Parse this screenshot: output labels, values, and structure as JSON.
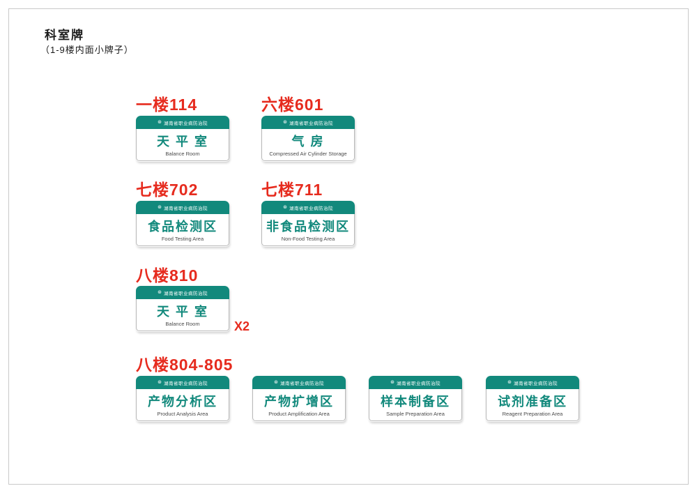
{
  "page": {
    "title": "科室牌",
    "subtitle": "（1-9楼内面小牌子）"
  },
  "theme": {
    "teal": "#12897c",
    "red": "#e62b1e",
    "sign_border": "#b9b9b9",
    "frame_border": "#c9c9c9"
  },
  "sign_header_text": "湖南省职业病防治院",
  "groups": [
    {
      "label": "一楼114",
      "signs": [
        {
          "cn": "天 平 室",
          "en": "Balance Room"
        }
      ]
    },
    {
      "label": "六楼601",
      "signs": [
        {
          "cn": "气  房",
          "en": "Compressed Air Cylinder Storage"
        }
      ]
    },
    {
      "label": "七楼702",
      "signs": [
        {
          "cn": "食品检测区",
          "en": "Food Testing Area"
        }
      ]
    },
    {
      "label": "七楼711",
      "signs": [
        {
          "cn": "非食品检测区",
          "en": "Non-Food Testing Area"
        }
      ]
    },
    {
      "label": "八楼810",
      "note": "X2",
      "signs": [
        {
          "cn": "天 平 室",
          "en": "Balance Room"
        }
      ]
    },
    {
      "label": "八楼804-805",
      "signs": [
        {
          "cn": "产物分析区",
          "en": "Product Analysis Area"
        },
        {
          "cn": "产物扩增区",
          "en": "Product Amplification Area"
        },
        {
          "cn": "样本制备区",
          "en": "Sample Preparation Area"
        },
        {
          "cn": "试剂准备区",
          "en": "Reagent Preparation Area"
        }
      ]
    }
  ]
}
